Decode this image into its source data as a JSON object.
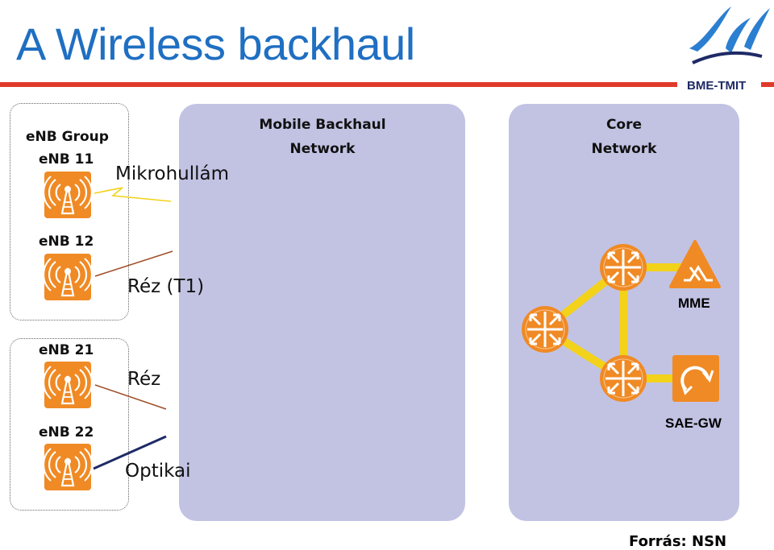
{
  "header": {
    "title": "A Wireless backhaul",
    "brand": "BME-TMIT"
  },
  "panels": {
    "mobile_backhaul": {
      "line1": "Mobile Backhaul",
      "line2": "Network"
    },
    "core": {
      "line1": "Core",
      "line2": "Network"
    }
  },
  "enb_group": {
    "group_label": "eNB Group",
    "enb11": "eNB 11",
    "enb12": "eNB 12",
    "enb21": "eNB 21",
    "enb22": "eNB 22"
  },
  "links": {
    "microwave": "Mikrohullám",
    "copper_t1": "Réz (T1)",
    "copper": "Réz",
    "optical": "Optikai"
  },
  "core_nodes": {
    "mme": "MME",
    "sae_gw": "SAE-GW"
  },
  "footer": {
    "source": "Forrás: NSN"
  },
  "colors": {
    "title_blue": "#1f6fc2",
    "accent_red": "#e03a2a",
    "panel_lavender": "#c2c3e3",
    "node_orange": "#f08a24",
    "link_yellow": "#f2d21b"
  }
}
